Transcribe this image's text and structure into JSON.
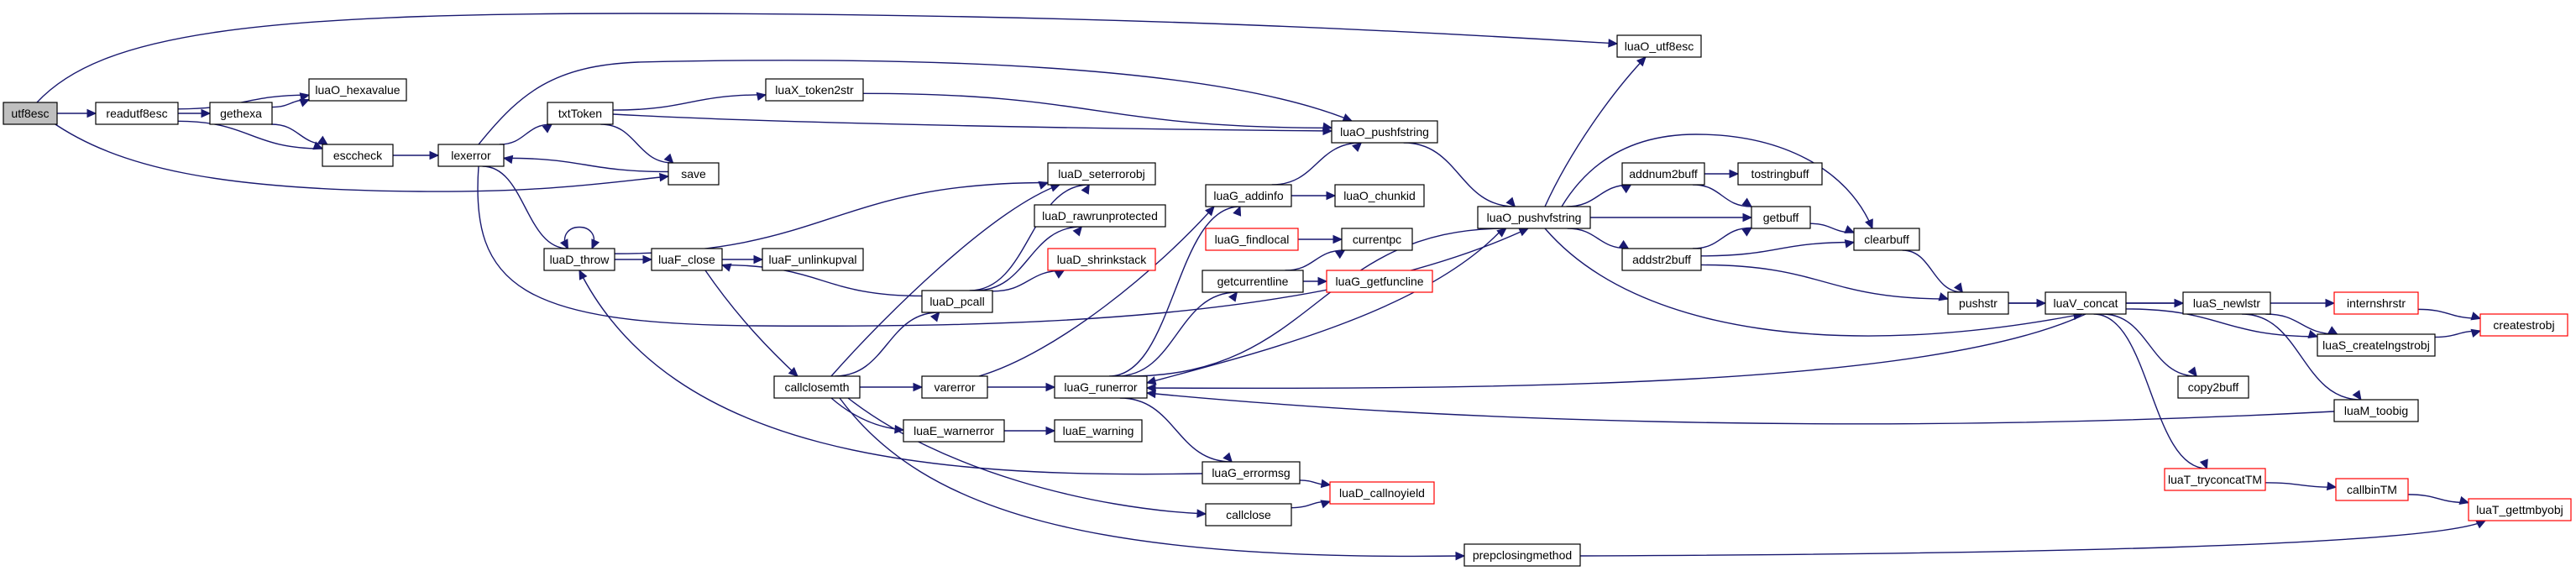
{
  "diagram": {
    "type": "call-graph",
    "colors": {
      "edge": "#191970",
      "node_border": "#000000",
      "incomplete_border": "#ff0000",
      "root_fill": "#bfbfbf"
    },
    "nodes": [
      {
        "id": "utf8esc",
        "label": "utf8esc",
        "root": true
      },
      {
        "id": "readutf8esc",
        "label": "readutf8esc"
      },
      {
        "id": "gethexa",
        "label": "gethexa"
      },
      {
        "id": "luaO_hexavalue",
        "label": "luaO_hexavalue"
      },
      {
        "id": "esccheck",
        "label": "esccheck"
      },
      {
        "id": "lexerror",
        "label": "lexerror"
      },
      {
        "id": "txtToken",
        "label": "txtToken"
      },
      {
        "id": "luaX_token2str",
        "label": "luaX_token2str"
      },
      {
        "id": "save",
        "label": "save"
      },
      {
        "id": "luaD_throw",
        "label": "luaD_throw"
      },
      {
        "id": "luaF_close",
        "label": "luaF_close"
      },
      {
        "id": "luaF_unlinkupval",
        "label": "luaF_unlinkupval"
      },
      {
        "id": "luaD_seterrorobj",
        "label": "luaD_seterrorobj"
      },
      {
        "id": "luaD_rawrunprotected",
        "label": "luaD_rawrunprotected"
      },
      {
        "id": "luaD_shrinkstack",
        "label": "luaD_shrinkstack",
        "red": true
      },
      {
        "id": "luaD_pcall",
        "label": "luaD_pcall"
      },
      {
        "id": "callclosemth",
        "label": "callclosemth"
      },
      {
        "id": "varerror",
        "label": "varerror"
      },
      {
        "id": "luaE_warnerror",
        "label": "luaE_warnerror"
      },
      {
        "id": "luaE_warning",
        "label": "luaE_warning"
      },
      {
        "id": "luaG_addinfo",
        "label": "luaG_addinfo"
      },
      {
        "id": "luaO_chunkid",
        "label": "luaO_chunkid"
      },
      {
        "id": "luaG_findlocal",
        "label": "luaG_findlocal",
        "red": true
      },
      {
        "id": "currentpc",
        "label": "currentpc"
      },
      {
        "id": "getcurrentline",
        "label": "getcurrentline"
      },
      {
        "id": "luaG_getfuncline",
        "label": "luaG_getfuncline",
        "red": true
      },
      {
        "id": "luaG_runerror",
        "label": "luaG_runerror"
      },
      {
        "id": "luaG_errormsg",
        "label": "luaG_errormsg"
      },
      {
        "id": "luaD_callnoyield",
        "label": "luaD_callnoyield",
        "red": true
      },
      {
        "id": "callclose",
        "label": "callclose"
      },
      {
        "id": "prepclosingmethod",
        "label": "prepclosingmethod"
      },
      {
        "id": "luaO_pushfstring",
        "label": "luaO_pushfstring"
      },
      {
        "id": "luaO_pushvfstring",
        "label": "luaO_pushvfstring"
      },
      {
        "id": "luaO_utf8esc",
        "label": "luaO_utf8esc"
      },
      {
        "id": "addnum2buff",
        "label": "addnum2buff"
      },
      {
        "id": "tostringbuff",
        "label": "tostringbuff"
      },
      {
        "id": "getbuff",
        "label": "getbuff"
      },
      {
        "id": "addstr2buff",
        "label": "addstr2buff"
      },
      {
        "id": "clearbuff",
        "label": "clearbuff"
      },
      {
        "id": "pushstr",
        "label": "pushstr"
      },
      {
        "id": "luaV_concat",
        "label": "luaV_concat"
      },
      {
        "id": "copy2buff",
        "label": "copy2buff"
      },
      {
        "id": "luaT_tryconcatTM",
        "label": "luaT_tryconcatTM",
        "red": true
      },
      {
        "id": "callbinTM",
        "label": "callbinTM",
        "red": true
      },
      {
        "id": "luaT_gettmbyobj",
        "label": "luaT_gettmbyobj",
        "red": true
      },
      {
        "id": "luaS_newlstr",
        "label": "luaS_newlstr"
      },
      {
        "id": "internshrstr",
        "label": "internshrstr",
        "red": true
      },
      {
        "id": "luaS_createlngstrobj",
        "label": "luaS_createlngstrobj"
      },
      {
        "id": "createstrobj",
        "label": "createstrobj",
        "red": true
      },
      {
        "id": "luaM_toobig",
        "label": "luaM_toobig"
      }
    ],
    "edges": [
      [
        "utf8esc",
        "readutf8esc"
      ],
      [
        "utf8esc",
        "luaO_utf8esc"
      ],
      [
        "utf8esc",
        "save"
      ],
      [
        "readutf8esc",
        "gethexa"
      ],
      [
        "readutf8esc",
        "luaO_hexavalue"
      ],
      [
        "readutf8esc",
        "esccheck"
      ],
      [
        "gethexa",
        "luaO_hexavalue"
      ],
      [
        "gethexa",
        "esccheck"
      ],
      [
        "esccheck",
        "lexerror"
      ],
      [
        "lexerror",
        "txtToken"
      ],
      [
        "lexerror",
        "luaO_pushfstring"
      ],
      [
        "lexerror",
        "luaD_throw"
      ],
      [
        "lexerror",
        "luaO_pushvfstring"
      ],
      [
        "txtToken",
        "luaX_token2str"
      ],
      [
        "txtToken",
        "luaO_pushfstring"
      ],
      [
        "txtToken",
        "save"
      ],
      [
        "save",
        "lexerror"
      ],
      [
        "luaX_token2str",
        "luaO_pushfstring"
      ],
      [
        "luaD_throw",
        "luaD_throw"
      ],
      [
        "luaD_throw",
        "luaF_close"
      ],
      [
        "luaD_throw",
        "luaD_seterrorobj"
      ],
      [
        "luaF_close",
        "luaF_unlinkupval"
      ],
      [
        "luaF_close",
        "callclosemth"
      ],
      [
        "luaD_pcall",
        "luaF_close"
      ],
      [
        "luaD_pcall",
        "luaD_seterrorobj"
      ],
      [
        "luaD_pcall",
        "luaD_rawrunprotected"
      ],
      [
        "luaD_pcall",
        "luaD_shrinkstack"
      ],
      [
        "callclosemth",
        "luaD_seterrorobj"
      ],
      [
        "callclosemth",
        "luaD_pcall"
      ],
      [
        "callclosemth",
        "varerror"
      ],
      [
        "callclosemth",
        "luaE_warnerror"
      ],
      [
        "callclosemth",
        "callclose"
      ],
      [
        "callclosemth",
        "prepclosingmethod"
      ],
      [
        "varerror",
        "luaG_addinfo"
      ],
      [
        "varerror",
        "luaG_runerror"
      ],
      [
        "luaE_warnerror",
        "luaE_warning"
      ],
      [
        "luaG_addinfo",
        "luaO_pushfstring"
      ],
      [
        "luaG_addinfo",
        "luaO_chunkid"
      ],
      [
        "luaG_findlocal",
        "currentpc"
      ],
      [
        "getcurrentline",
        "currentpc"
      ],
      [
        "getcurrentline",
        "luaG_getfuncline"
      ],
      [
        "luaG_runerror",
        "luaG_addinfo"
      ],
      [
        "luaG_runerror",
        "getcurrentline"
      ],
      [
        "luaG_runerror",
        "luaO_pushvfstring"
      ],
      [
        "luaG_runerror",
        "luaG_errormsg"
      ],
      [
        "luaG_errormsg",
        "luaD_throw"
      ],
      [
        "luaG_errormsg",
        "luaD_callnoyield"
      ],
      [
        "callclose",
        "luaD_callnoyield"
      ],
      [
        "prepclosingmethod",
        "luaT_gettmbyobj"
      ],
      [
        "luaO_pushfstring",
        "luaO_pushvfstring"
      ],
      [
        "luaO_pushvfstring",
        "luaO_utf8esc"
      ],
      [
        "luaO_pushvfstring",
        "addnum2buff"
      ],
      [
        "luaO_pushvfstring",
        "getbuff"
      ],
      [
        "luaO_pushvfstring",
        "addstr2buff"
      ],
      [
        "luaO_pushvfstring",
        "clearbuff"
      ],
      [
        "luaO_pushvfstring",
        "luaV_concat"
      ],
      [
        "luaO_pushvfstring",
        "luaG_runerror"
      ],
      [
        "addnum2buff",
        "tostringbuff"
      ],
      [
        "addnum2buff",
        "getbuff"
      ],
      [
        "getbuff",
        "clearbuff"
      ],
      [
        "addstr2buff",
        "getbuff"
      ],
      [
        "addstr2buff",
        "clearbuff"
      ],
      [
        "addstr2buff",
        "pushstr"
      ],
      [
        "clearbuff",
        "pushstr"
      ],
      [
        "pushstr",
        "luaS_newlstr"
      ],
      [
        "pushstr",
        "luaV_concat"
      ],
      [
        "luaV_concat",
        "luaS_newlstr"
      ],
      [
        "luaV_concat",
        "luaS_createlngstrobj"
      ],
      [
        "luaV_concat",
        "copy2buff"
      ],
      [
        "luaV_concat",
        "luaT_tryconcatTM"
      ],
      [
        "luaV_concat",
        "luaG_runerror"
      ],
      [
        "luaT_tryconcatTM",
        "callbinTM"
      ],
      [
        "callbinTM",
        "luaT_gettmbyobj"
      ],
      [
        "luaS_newlstr",
        "internshrstr"
      ],
      [
        "luaS_newlstr",
        "luaS_createlngstrobj"
      ],
      [
        "luaS_newlstr",
        "luaM_toobig"
      ],
      [
        "internshrstr",
        "createstrobj"
      ],
      [
        "luaS_createlngstrobj",
        "createstrobj"
      ],
      [
        "luaM_toobig",
        "luaG_runerror"
      ]
    ]
  }
}
